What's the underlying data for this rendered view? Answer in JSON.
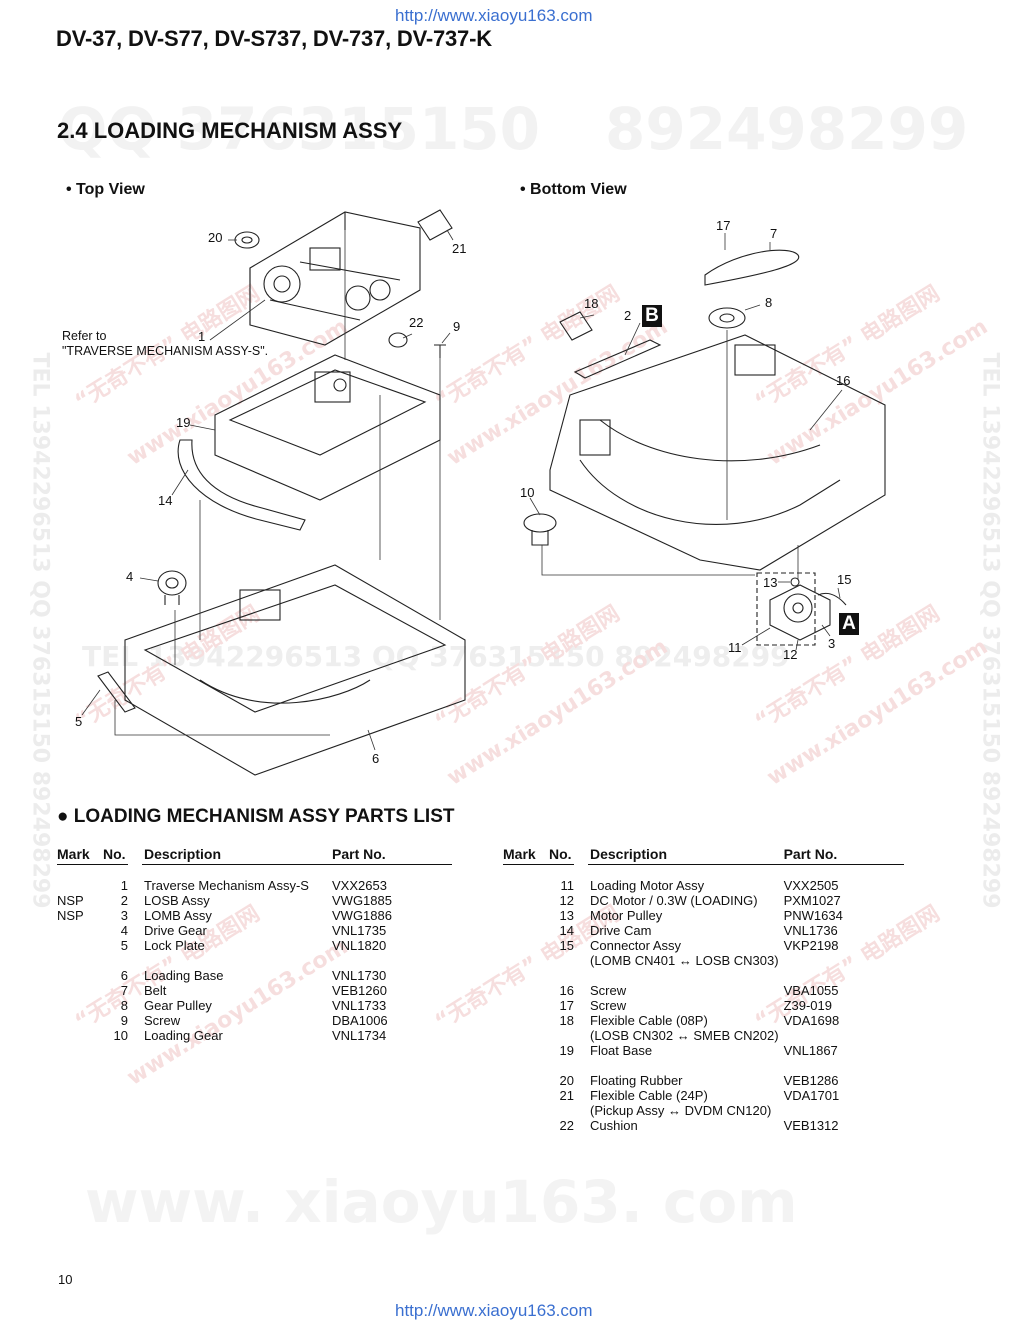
{
  "header": {
    "url_top": "http://www.xiaoyu163.com",
    "models": "DV-37, DV-S77, DV-S737, DV-737, DV-737-K"
  },
  "section": {
    "title": "2.4 LOADING MECHANISM ASSY"
  },
  "watermarks": {
    "qq": "QQ 376315150",
    "num": "892498299",
    "www": "www. xiaoyu163. com",
    "side": "TEL 13942296513 QQ 376315150 892498299",
    "chinese": "“无奇不有” 电路图网",
    "diag_www": "www.xiaoyu163.com",
    "tel_mid": "TEL 13942296513 QQ 376315150 892498299"
  },
  "top_view": {
    "label": "• Top View",
    "refer_line1": "Refer to",
    "refer_line2": "\"TRAVERSE MECHANISM ASSY-S\".",
    "callouts": [
      "20",
      "21",
      "1",
      "22",
      "9",
      "19",
      "14",
      "4",
      "5",
      "6"
    ]
  },
  "bottom_view": {
    "label": "• Bottom View",
    "callouts": [
      "17",
      "7",
      "18",
      "2",
      "8",
      "16",
      "10",
      "13",
      "15",
      "11",
      "12",
      "3"
    ],
    "box_b": "B",
    "box_a": "A"
  },
  "parts_list": {
    "title": "● LOADING MECHANISM ASSY PARTS LIST",
    "headers": {
      "mark": "Mark",
      "no": "No.",
      "desc": "Description",
      "part": "Part No."
    },
    "left": [
      {
        "mark": "",
        "no": "1",
        "desc": "Traverse Mechanism Assy-S",
        "part": "VXX2653"
      },
      {
        "mark": "NSP",
        "no": "2",
        "desc": "LOSB Assy",
        "part": "VWG1885"
      },
      {
        "mark": "NSP",
        "no": "3",
        "desc": "LOMB Assy",
        "part": "VWG1886"
      },
      {
        "mark": "",
        "no": "4",
        "desc": "Drive Gear",
        "part": "VNL1735"
      },
      {
        "mark": "",
        "no": "5",
        "desc": "Lock Plate",
        "part": "VNL1820"
      },
      {
        "mark": "",
        "no": "",
        "desc": "",
        "part": ""
      },
      {
        "mark": "",
        "no": "6",
        "desc": "Loading Base",
        "part": "VNL1730"
      },
      {
        "mark": "",
        "no": "7",
        "desc": "Belt",
        "part": "VEB1260"
      },
      {
        "mark": "",
        "no": "8",
        "desc": "Gear Pulley",
        "part": "VNL1733"
      },
      {
        "mark": "",
        "no": "9",
        "desc": "Screw",
        "part": "DBA1006"
      },
      {
        "mark": "",
        "no": "10",
        "desc": "Loading Gear",
        "part": "VNL1734"
      }
    ],
    "right": [
      {
        "mark": "",
        "no": "11",
        "desc": "Loading Motor Assy",
        "part": "VXX2505"
      },
      {
        "mark": "",
        "no": "12",
        "desc": "DC Motor / 0.3W (LOADING)",
        "part": "PXM1027"
      },
      {
        "mark": "",
        "no": "13",
        "desc": "Motor Pulley",
        "part": "PNW1634"
      },
      {
        "mark": "",
        "no": "14",
        "desc": "Drive Cam",
        "part": "VNL1736"
      },
      {
        "mark": "",
        "no": "15",
        "desc": "Connector Assy",
        "part": "VKP2198"
      },
      {
        "mark": "",
        "no": "",
        "desc": "(LOMB CN401 ↔ LOSB CN303)",
        "part": ""
      },
      {
        "mark": "",
        "no": "",
        "desc": "",
        "part": ""
      },
      {
        "mark": "",
        "no": "16",
        "desc": "Screw",
        "part": "VBA1055"
      },
      {
        "mark": "",
        "no": "17",
        "desc": "Screw",
        "part": "Z39-019"
      },
      {
        "mark": "",
        "no": "18",
        "desc": "Flexible Cable (08P)",
        "part": "VDA1698"
      },
      {
        "mark": "",
        "no": "",
        "desc": "(LOSB CN302 ↔ SMEB CN202)",
        "part": ""
      },
      {
        "mark": "",
        "no": "19",
        "desc": "Float Base",
        "part": "VNL1867"
      },
      {
        "mark": "",
        "no": "",
        "desc": "",
        "part": ""
      },
      {
        "mark": "",
        "no": "20",
        "desc": "Floating Rubber",
        "part": "VEB1286"
      },
      {
        "mark": "",
        "no": "21",
        "desc": "Flexible Cable (24P)",
        "part": "VDA1701"
      },
      {
        "mark": "",
        "no": "",
        "desc": "(Pickup Assy ↔ DVDM CN120)",
        "part": ""
      },
      {
        "mark": "",
        "no": "22",
        "desc": "Cushion",
        "part": "VEB1312"
      }
    ]
  },
  "footer": {
    "page_number": "10",
    "url_bottom": "http://www.xiaoyu163.com"
  }
}
